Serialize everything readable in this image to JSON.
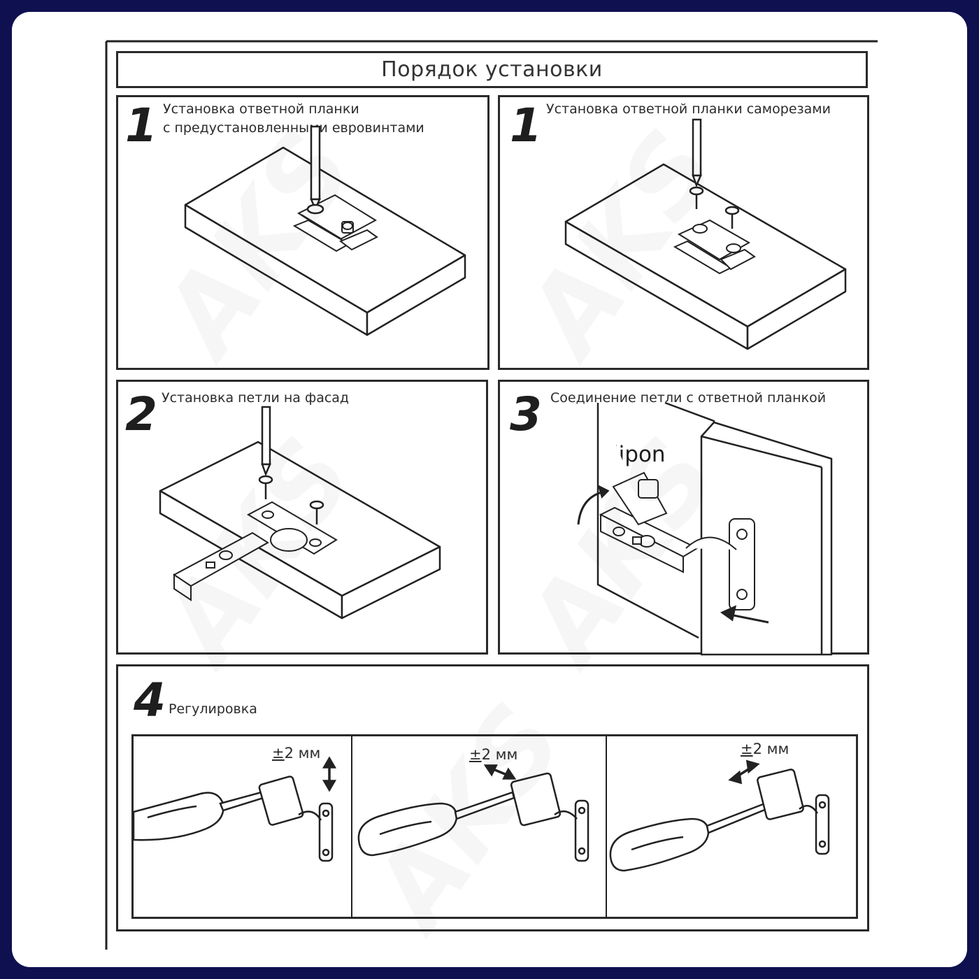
{
  "title": "Порядок установки",
  "steps": [
    {
      "number": "1",
      "caption_line1": "Установка ответной планки",
      "caption_line2": "с предустановленными евровинтами"
    },
    {
      "number": "1",
      "caption_line1": "Установка ответной планки саморезами"
    },
    {
      "number": "2",
      "caption_line1": "Установка петли на фасад"
    },
    {
      "number": "3",
      "caption_line1": "Соединение петли с ответной планкой",
      "callout": "clipon"
    },
    {
      "number": "4",
      "caption_line1": "Регулировка"
    }
  ],
  "adjustments": [
    {
      "sign": "±",
      "value": "2 мм",
      "direction": "vertical"
    },
    {
      "sign": "±",
      "value": "2 мм",
      "direction": "horizontal"
    },
    {
      "sign": "±",
      "value": "2 мм",
      "direction": "depth"
    }
  ],
  "colors": {
    "frame": "#0f1050",
    "line": "#2a2a2a",
    "background": "#ffffff"
  }
}
